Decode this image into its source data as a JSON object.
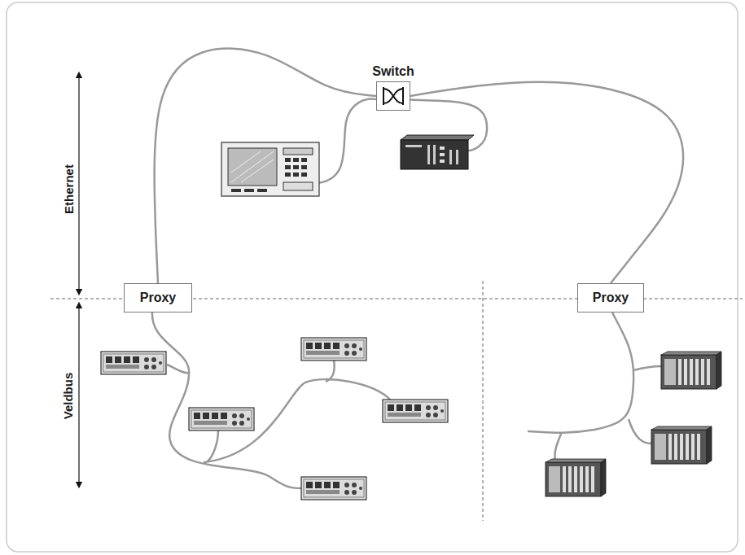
{
  "diagram": {
    "nodes": [
      {
        "text": [
          "Switch"
        ]
      },
      {
        "text": [
          "Proxy"
        ]
      },
      {
        "text": [
          "Proxy"
        ]
      }
    ],
    "edges": [
      {
        "from": 0,
        "to": 1,
        "arrow": "none"
      },
      {
        "from": 0,
        "to": 2,
        "arrow": "none"
      }
    ],
    "labels": [
      "Ethernet",
      "Veldbus"
    ]
  }
}
